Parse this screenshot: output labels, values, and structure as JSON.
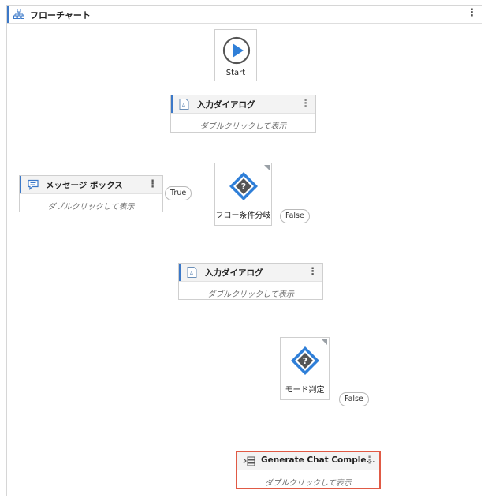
{
  "flowchart": {
    "title": "フローチャート"
  },
  "nodes": {
    "start": {
      "label": "Start"
    },
    "input_dialog_1": {
      "title": "入力ダイアログ",
      "hint": "ダブルクリックして表示"
    },
    "message_box": {
      "title": "メッセージ ボックス",
      "hint": "ダブルクリックして表示"
    },
    "flow_decision": {
      "label": "フロー条件分岐"
    },
    "input_dialog_2": {
      "title": "入力ダイアログ",
      "hint": "ダブルクリックして表示"
    },
    "mode_decision": {
      "label": "モード判定"
    },
    "generate_chat": {
      "title": "Generate Chat Comple...",
      "hint": "ダブルクリックして表示"
    }
  },
  "edges": {
    "true_label": "True",
    "false_label_1": "False",
    "false_label_2": "False"
  },
  "colors": {
    "accent": "#3b78c8",
    "start_play": "#2f7fd8",
    "decision_fill": "#2f7fd8",
    "selection": "#e05a45",
    "connector": "#b5b5b5"
  }
}
